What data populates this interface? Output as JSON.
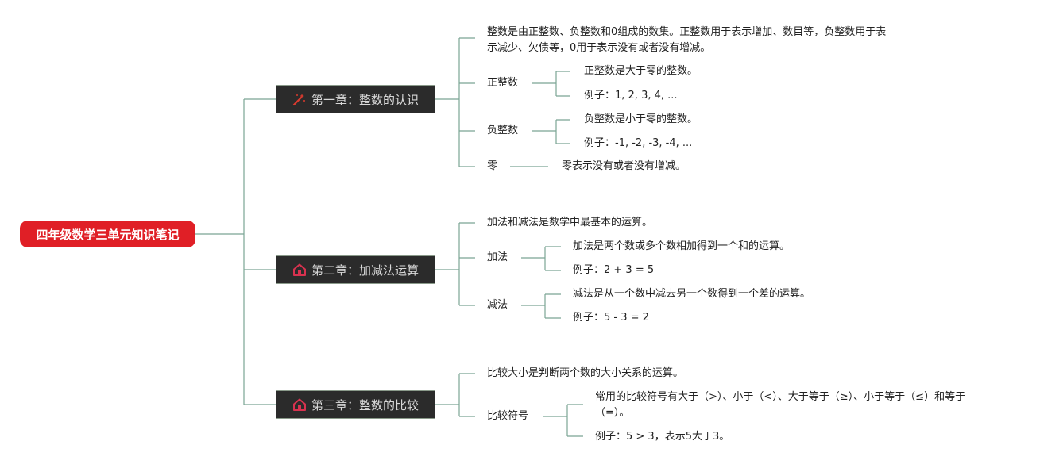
{
  "root": "四年级数学三单元知识笔记",
  "colors": {
    "root_bg": "#e01f26",
    "chapter_bg": "#2b2b2b",
    "line": "#7aa594",
    "text": "#222222"
  },
  "chapters": [
    {
      "title": "第一章：整数的认识",
      "icon": "magic-wand-icon",
      "intro": "整数是由正整数、负整数和0组成的数集。正整数用于表示增加、数目等，负整数用于表示减少、欠债等，0用于表示没有或者没有增减。",
      "subs": [
        {
          "label": "正整数",
          "items": [
            "正整数是大于零的整数。",
            "例子：1, 2, 3, 4, ..."
          ]
        },
        {
          "label": "负整数",
          "items": [
            "负整数是小于零的整数。",
            "例子：-1, -2, -3, -4, ..."
          ]
        },
        {
          "label": "零",
          "items": [
            "零表示没有或者没有增减。"
          ]
        }
      ]
    },
    {
      "title": "第二章：加减法运算",
      "icon": "home-icon",
      "intro": "加法和减法是数学中最基本的运算。",
      "subs": [
        {
          "label": "加法",
          "items": [
            "加法是两个数或多个数相加得到一个和的运算。",
            "例子：2 + 3 = 5"
          ]
        },
        {
          "label": "减法",
          "items": [
            "减法是从一个数中减去另一个数得到一个差的运算。",
            "例子：5 - 3 = 2"
          ]
        }
      ]
    },
    {
      "title": "第三章：整数的比较",
      "icon": "home-icon",
      "intro": "比较大小是判断两个数的大小关系的运算。",
      "subs": [
        {
          "label": "比较符号",
          "items": [
            "常用的比较符号有大于（>）、小于（<）、大于等于（≥）、小于等于（≤）和等于（=）。",
            "例子：5 > 3，表示5大于3。"
          ]
        }
      ]
    }
  ]
}
